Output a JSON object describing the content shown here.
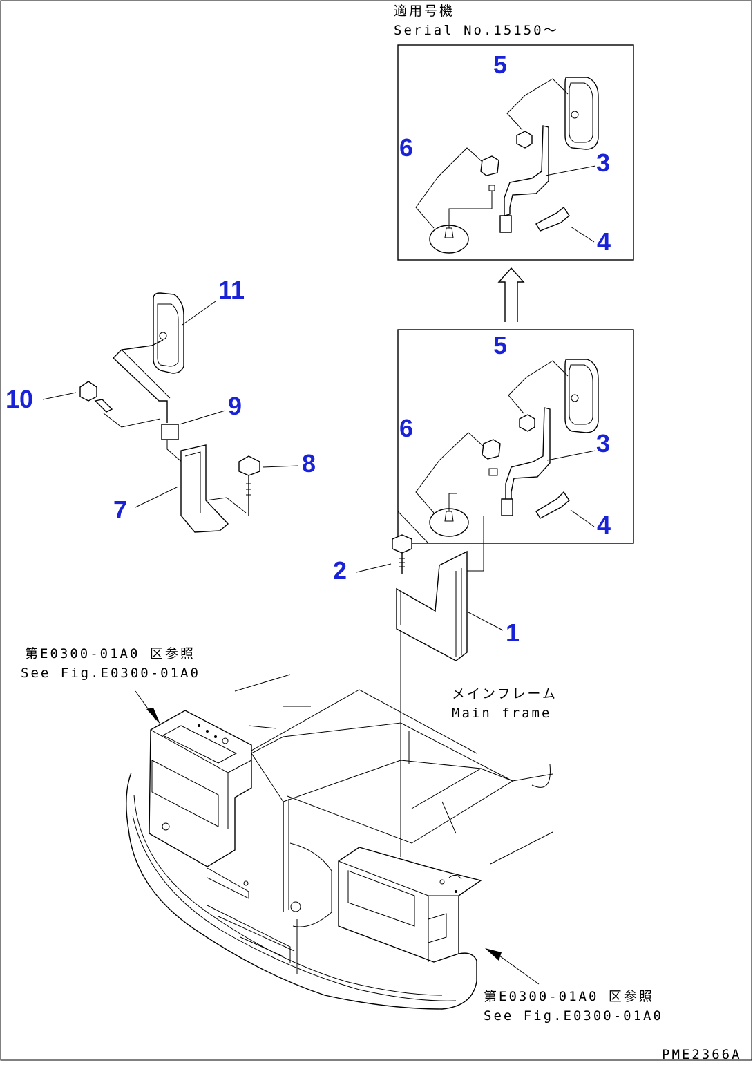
{
  "diagram": {
    "drawing_code": "PME2366A",
    "serial_note": {
      "jp": "適用号機",
      "en": "Serial No.15150～"
    },
    "main_frame_label": {
      "jp": "メインフレーム",
      "en": "Main frame"
    },
    "ref_note_left": {
      "jp": "第E0300-01A0 区参照",
      "en": "See Fig.E0300-01A0"
    },
    "ref_note_right": {
      "jp": "第E0300-01A0 区参照",
      "en": "See Fig.E0300-01A0"
    },
    "callouts": {
      "c1": "1",
      "c2": "2",
      "c3_top": "3",
      "c3_mid": "3",
      "c4_top": "4",
      "c4_mid": "4",
      "c5_top": "5",
      "c5_mid": "5",
      "c6_top": "6",
      "c6_mid": "6",
      "c7": "7",
      "c8": "8",
      "c9": "9",
      "c10": "10",
      "c11": "11"
    },
    "colors": {
      "callout": "#1a22d8",
      "line": "#000000",
      "background": "#ffffff"
    }
  }
}
